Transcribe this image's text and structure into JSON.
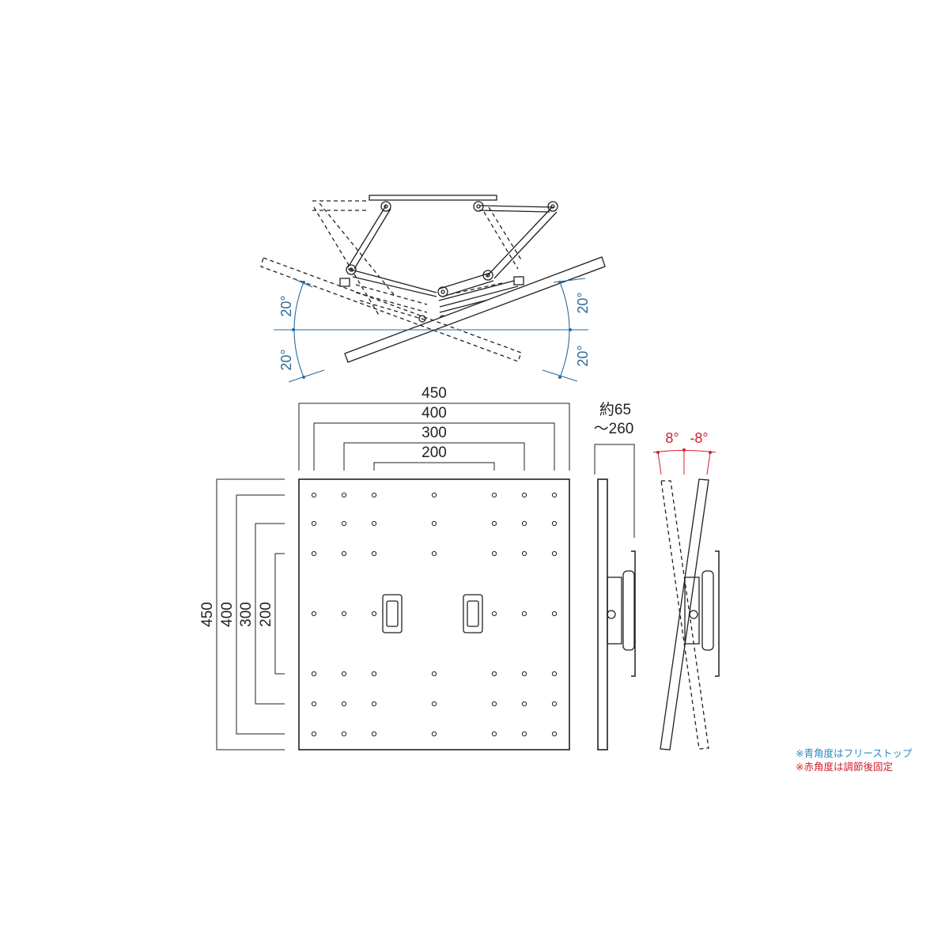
{
  "colors": {
    "line": "#231f20",
    "blue": "#2a6b9c",
    "red": "#d0202e"
  },
  "top_view": {
    "angle_up_left": "20°",
    "angle_down_left": "20°",
    "angle_up_right": "20°",
    "angle_down_right": "20°"
  },
  "front_view": {
    "horizontal_dims": [
      "450",
      "400",
      "300",
      "200"
    ],
    "vertical_dims": [
      "450",
      "400",
      "300",
      "200"
    ]
  },
  "side_view": {
    "depth_line1": "約65",
    "depth_line2": "〜260"
  },
  "tilt_view": {
    "tilt_forward": "8°",
    "tilt_back": "-8°"
  },
  "notes": {
    "blue_note": "※青角度はフリーストップ",
    "red_note": "※赤角度は調節後固定"
  }
}
